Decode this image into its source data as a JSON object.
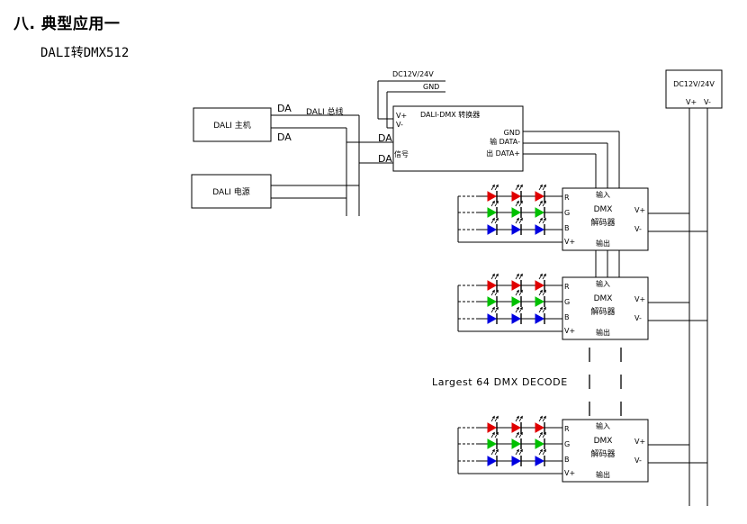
{
  "heading": "八. 典型应用一",
  "subheading": "DALI转DMX512",
  "colors": {
    "red": "#e00000",
    "green": "#00c000",
    "blue": "#0000e0",
    "line": "#000000"
  },
  "converter": {
    "power": "DC12V/24V",
    "gnd_in": "GND",
    "vplus_in": "V+",
    "vminus_in": "V-",
    "title": "DALI-DMX 转换器",
    "gnd_out": "GND",
    "out1": "输 DATA-",
    "out2": "出 DATA+",
    "da1": "DA",
    "da2": "DA",
    "signal": "信号"
  },
  "dali_master": {
    "label": "DALI 主机",
    "da1": "DA",
    "da2": "DA"
  },
  "dali_power": {
    "label": "DALI 电源"
  },
  "bus_label": "DALI 总线",
  "psu": {
    "label": "DC12V/24V",
    "vplus": "V+",
    "vminus": "V-"
  },
  "decoder": {
    "input": "输入",
    "dmx": "DMX",
    "name": "解码器",
    "output": "输出",
    "vplus": "V+",
    "vminus": "V-",
    "ports": [
      "R",
      "G",
      "B",
      "V+"
    ]
  },
  "note": "Largest 64 DMX DECODE"
}
